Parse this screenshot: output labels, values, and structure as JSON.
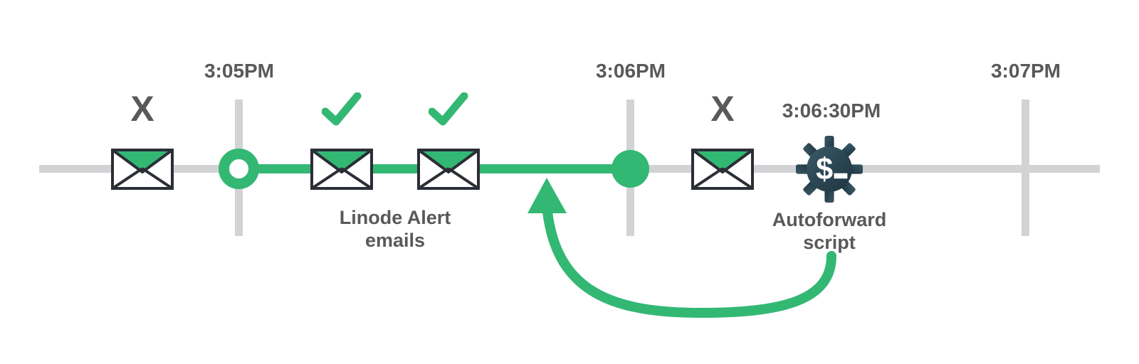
{
  "diagram": {
    "type": "timeline",
    "ticks": [
      {
        "label": "3:05PM"
      },
      {
        "label": "3:06PM"
      },
      {
        "label": "3:07PM"
      }
    ],
    "x_marks": [
      "X",
      "X"
    ],
    "caption_emails": {
      "line1": "Linode Alert",
      "line2": "emails"
    },
    "script": {
      "time": "3:06:30PM",
      "line1": "Autoforward",
      "line2": "script",
      "glyph": "$"
    },
    "colors": {
      "green": "#33b874",
      "line_gray": "#d2d3d5",
      "text_gray": "#58595b",
      "gear_dark": "#2b4552",
      "envelope_outline": "#2b2e36"
    }
  }
}
